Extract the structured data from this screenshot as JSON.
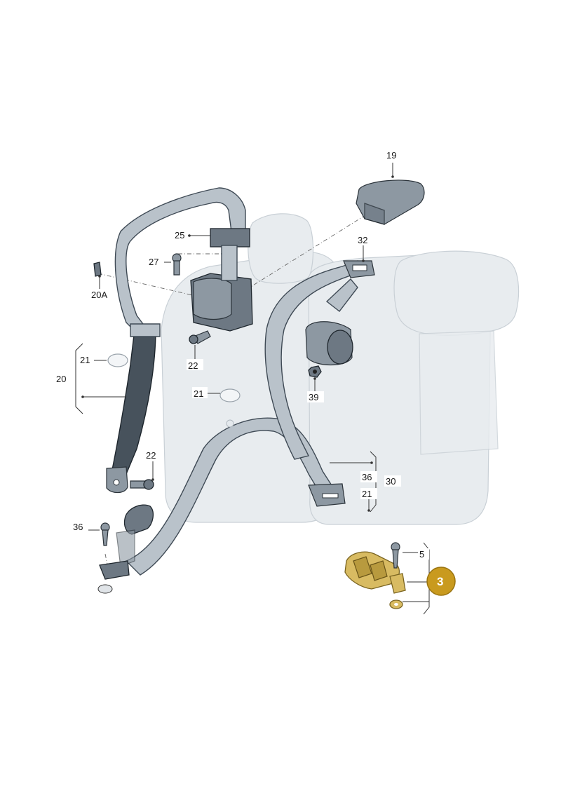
{
  "diagram": {
    "labels": {
      "part_19": "19",
      "part_25": "25",
      "part_27": "27",
      "part_20A": "20A",
      "part_32": "32",
      "part_21_upper": "21",
      "part_20": "20",
      "part_22_upper": "22",
      "part_21_mid": "21",
      "part_39": "39",
      "part_22_lower": "22",
      "part_36_right": "36",
      "part_30": "30",
      "part_21_right": "21",
      "part_36_left": "36",
      "part_5": "5"
    },
    "highlight_badge": "3",
    "colors": {
      "highlight": "#d8bb62",
      "badge": "#c99a1e",
      "seat": "#e8ecef",
      "belt": "#b9c2ca",
      "belt_dark": "#47525c"
    }
  }
}
